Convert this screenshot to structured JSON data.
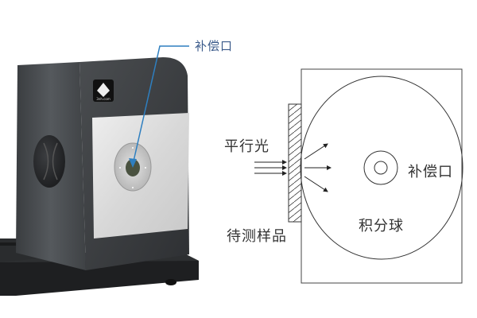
{
  "photo": {
    "device": "integrating-sphere-instrument",
    "logo_text": "3nh.com",
    "callout_label": "补偿口",
    "callout_color": "#2e7fc0"
  },
  "diagram": {
    "labels": {
      "parallel_light": "平行光",
      "sample": "待测样品",
      "compensation_port": "补偿口",
      "integrating_sphere": "积分球"
    },
    "line_color": "#333333"
  }
}
